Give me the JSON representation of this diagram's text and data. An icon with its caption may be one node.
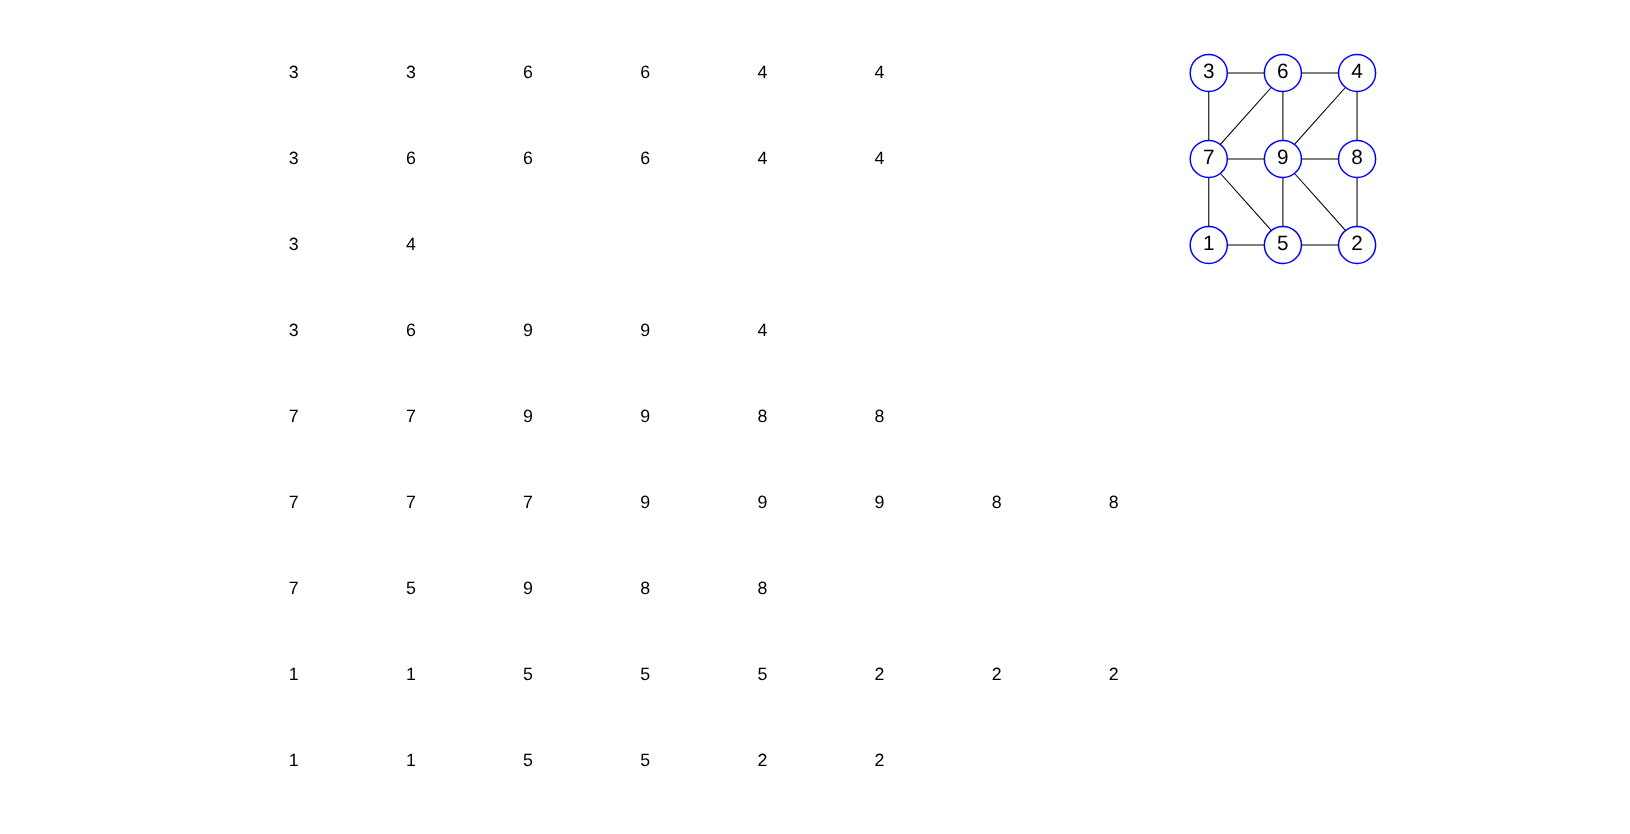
{
  "diagram": {
    "nodes": [
      {
        "text": [
          "3"
        ]
      },
      {
        "text": [
          "6"
        ]
      },
      {
        "text": [
          "4"
        ]
      },
      {
        "text": [
          "7"
        ]
      },
      {
        "text": [
          "9"
        ]
      },
      {
        "text": [
          "8"
        ]
      },
      {
        "text": [
          "1"
        ]
      },
      {
        "text": [
          "5"
        ]
      },
      {
        "text": [
          "2"
        ]
      }
    ],
    "edges": [
      {
        "from": 0,
        "to": 1,
        "arrow": "none"
      },
      {
        "from": 1,
        "to": 2,
        "arrow": "none"
      },
      {
        "from": 0,
        "to": 3,
        "arrow": "none"
      },
      {
        "from": 1,
        "to": 3,
        "arrow": "none"
      },
      {
        "from": 1,
        "to": 4,
        "arrow": "none"
      },
      {
        "from": 2,
        "to": 4,
        "arrow": "none"
      },
      {
        "from": 2,
        "to": 5,
        "arrow": "none"
      },
      {
        "from": 3,
        "to": 4,
        "arrow": "none"
      },
      {
        "from": 4,
        "to": 5,
        "arrow": "none"
      },
      {
        "from": 3,
        "to": 6,
        "arrow": "none"
      },
      {
        "from": 3,
        "to": 7,
        "arrow": "none"
      },
      {
        "from": 4,
        "to": 7,
        "arrow": "none"
      },
      {
        "from": 4,
        "to": 8,
        "arrow": "none"
      },
      {
        "from": 5,
        "to": 8,
        "arrow": "none"
      },
      {
        "from": 6,
        "to": 7,
        "arrow": "none"
      },
      {
        "from": 7,
        "to": 8,
        "arrow": "none"
      }
    ],
    "labels": [
      "3",
      "3",
      "6",
      "6",
      "4",
      "4",
      "3",
      "6",
      "6",
      "6",
      "4",
      "4",
      "3",
      "4",
      "3",
      "6",
      "9",
      "9",
      "4",
      "7",
      "7",
      "9",
      "9",
      "8",
      "8",
      "7",
      "7",
      "7",
      "9",
      "9",
      "9",
      "8",
      "8",
      "7",
      "5",
      "9",
      "8",
      "8",
      "1",
      "1",
      "5",
      "5",
      "5",
      "2",
      "2",
      "2",
      "1",
      "1",
      "5",
      "5",
      "2",
      "2"
    ]
  }
}
